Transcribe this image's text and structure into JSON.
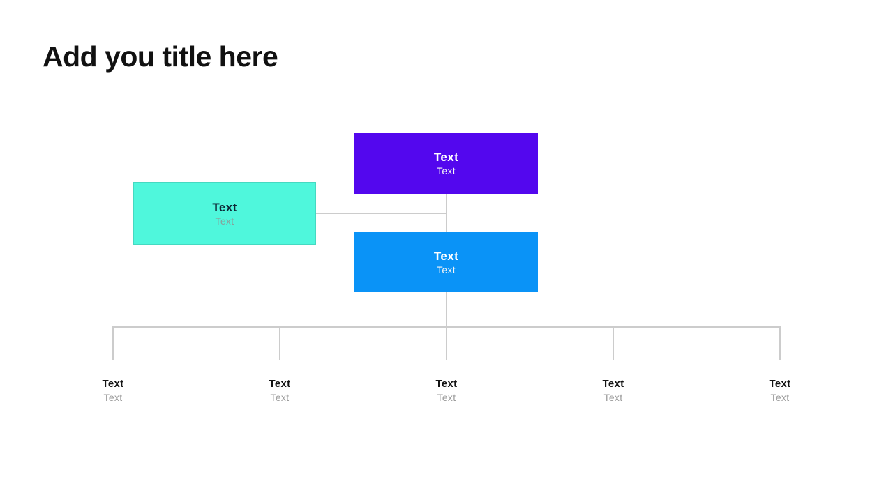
{
  "slide": {
    "title": "Add you title here",
    "background": "#ffffff"
  },
  "colors": {
    "title_text": "#111111",
    "purple_node_bg": "#5307EE",
    "teal_node_bg": "#4FF7DC",
    "blue_node_bg": "#0A93F7",
    "node_text_on_color": "#ffffff",
    "node_subtitle_on_color": "#f4f4f4",
    "teal_node_title_text": "#0E2A38",
    "teal_node_subtitle_text": "#86A29B",
    "leaf_title_text": "#141414",
    "leaf_subtitle_text": "#9b9b9b",
    "leaf_border": "#b3b3b3",
    "connector": "#cccccc"
  },
  "org_chart": {
    "top_node": {
      "title": "Text",
      "subtitle": "Text"
    },
    "side_node": {
      "title": "Text",
      "subtitle": "Text"
    },
    "middle_node": {
      "title": "Text",
      "subtitle": "Text"
    },
    "leaf_nodes": [
      {
        "title": "Text",
        "subtitle": "Text"
      },
      {
        "title": "Text",
        "subtitle": "Text"
      },
      {
        "title": "Text",
        "subtitle": "Text"
      },
      {
        "title": "Text",
        "subtitle": "Text"
      },
      {
        "title": "Text",
        "subtitle": "Text"
      }
    ]
  }
}
